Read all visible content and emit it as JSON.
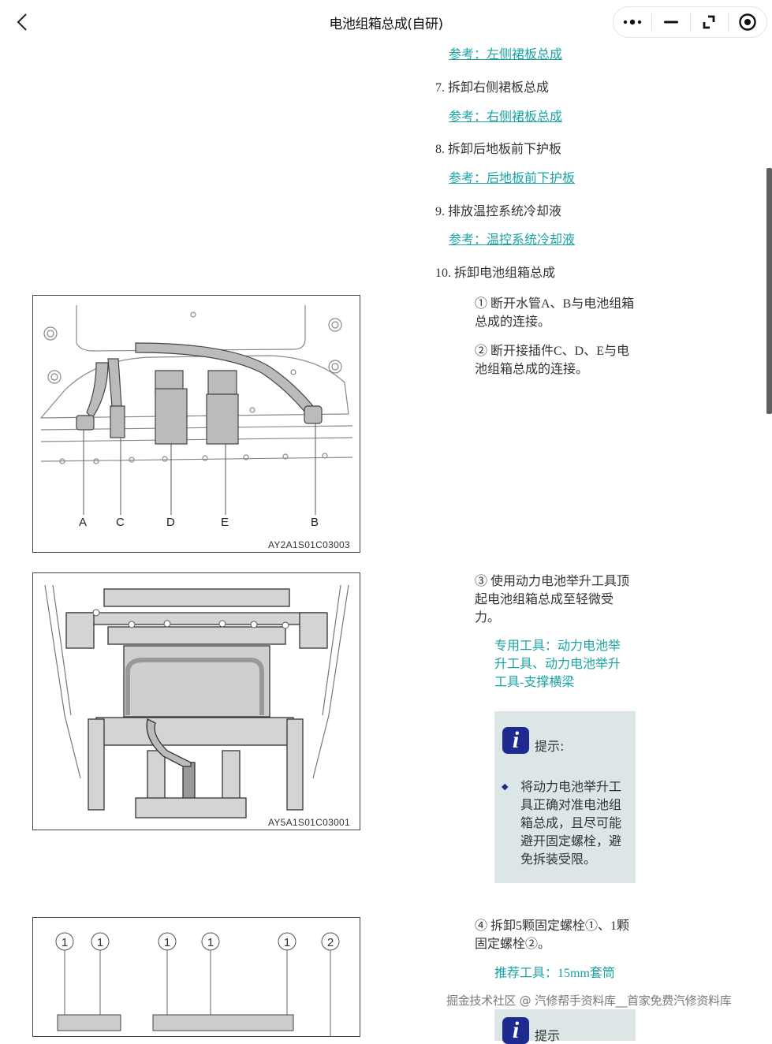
{
  "header": {
    "title": "电池组箱总成(自研)",
    "back_icon": "chevron-left-icon",
    "capsule": {
      "more_icon": "more-dots-icon",
      "minimize_icon": "minimize-icon",
      "switch_icon": "switch-window-icon",
      "close_icon": "target-close-icon"
    }
  },
  "steps": [
    {
      "ref_link": "参考：左侧裙板总成"
    },
    {
      "label": "7. 拆卸右侧裙板总成",
      "ref_link": "参考：右侧裙板总成"
    },
    {
      "label": "8. 拆卸后地板前下护板",
      "ref_link": "参考：后地板前下护板"
    },
    {
      "label": "9. 排放温控系统冷却液",
      "ref_link": "参考：温控系统冷却液"
    },
    {
      "label": "10. 拆卸电池组箱总成"
    }
  ],
  "substeps": [
    {
      "text": "① 断开水管A、B与电池组箱总成的连接。"
    },
    {
      "text": "② 断开接插件C、D、E与电池组箱总成的连接。"
    },
    {
      "text": "③ 使用动力电池举升工具顶起电池组箱总成至轻微受力。",
      "tool": "专用工具：动力电池举升工具、动力电池举升工具-支撑横梁"
    },
    {
      "text": "④ 拆卸5颗固定螺栓①、1颗固定螺栓②。",
      "tool": "推荐工具：15mm套筒"
    }
  ],
  "tip": {
    "label": "提示:",
    "bullets": [
      "将动力电池举升工具正确对准电池组箱总成，且尽可能避开固定螺栓，避免拆装受限。"
    ]
  },
  "tip2": {
    "label": "提示"
  },
  "figures": [
    {
      "code": "AY2A1S01C03003",
      "callouts": [
        "A",
        "C",
        "D",
        "E",
        "B"
      ]
    },
    {
      "code": "AY5A1S01C03001"
    },
    {
      "callouts": [
        "1",
        "1",
        "1",
        "1",
        "1",
        "2"
      ]
    }
  ],
  "watermark": "掘金技术社区 @ 汽修帮手资料库__首家免费汽修资料库",
  "colors": {
    "link": "#1aa3a3",
    "tip_bg": "#dde6e7",
    "tip_icon": "#1d2a8f"
  }
}
